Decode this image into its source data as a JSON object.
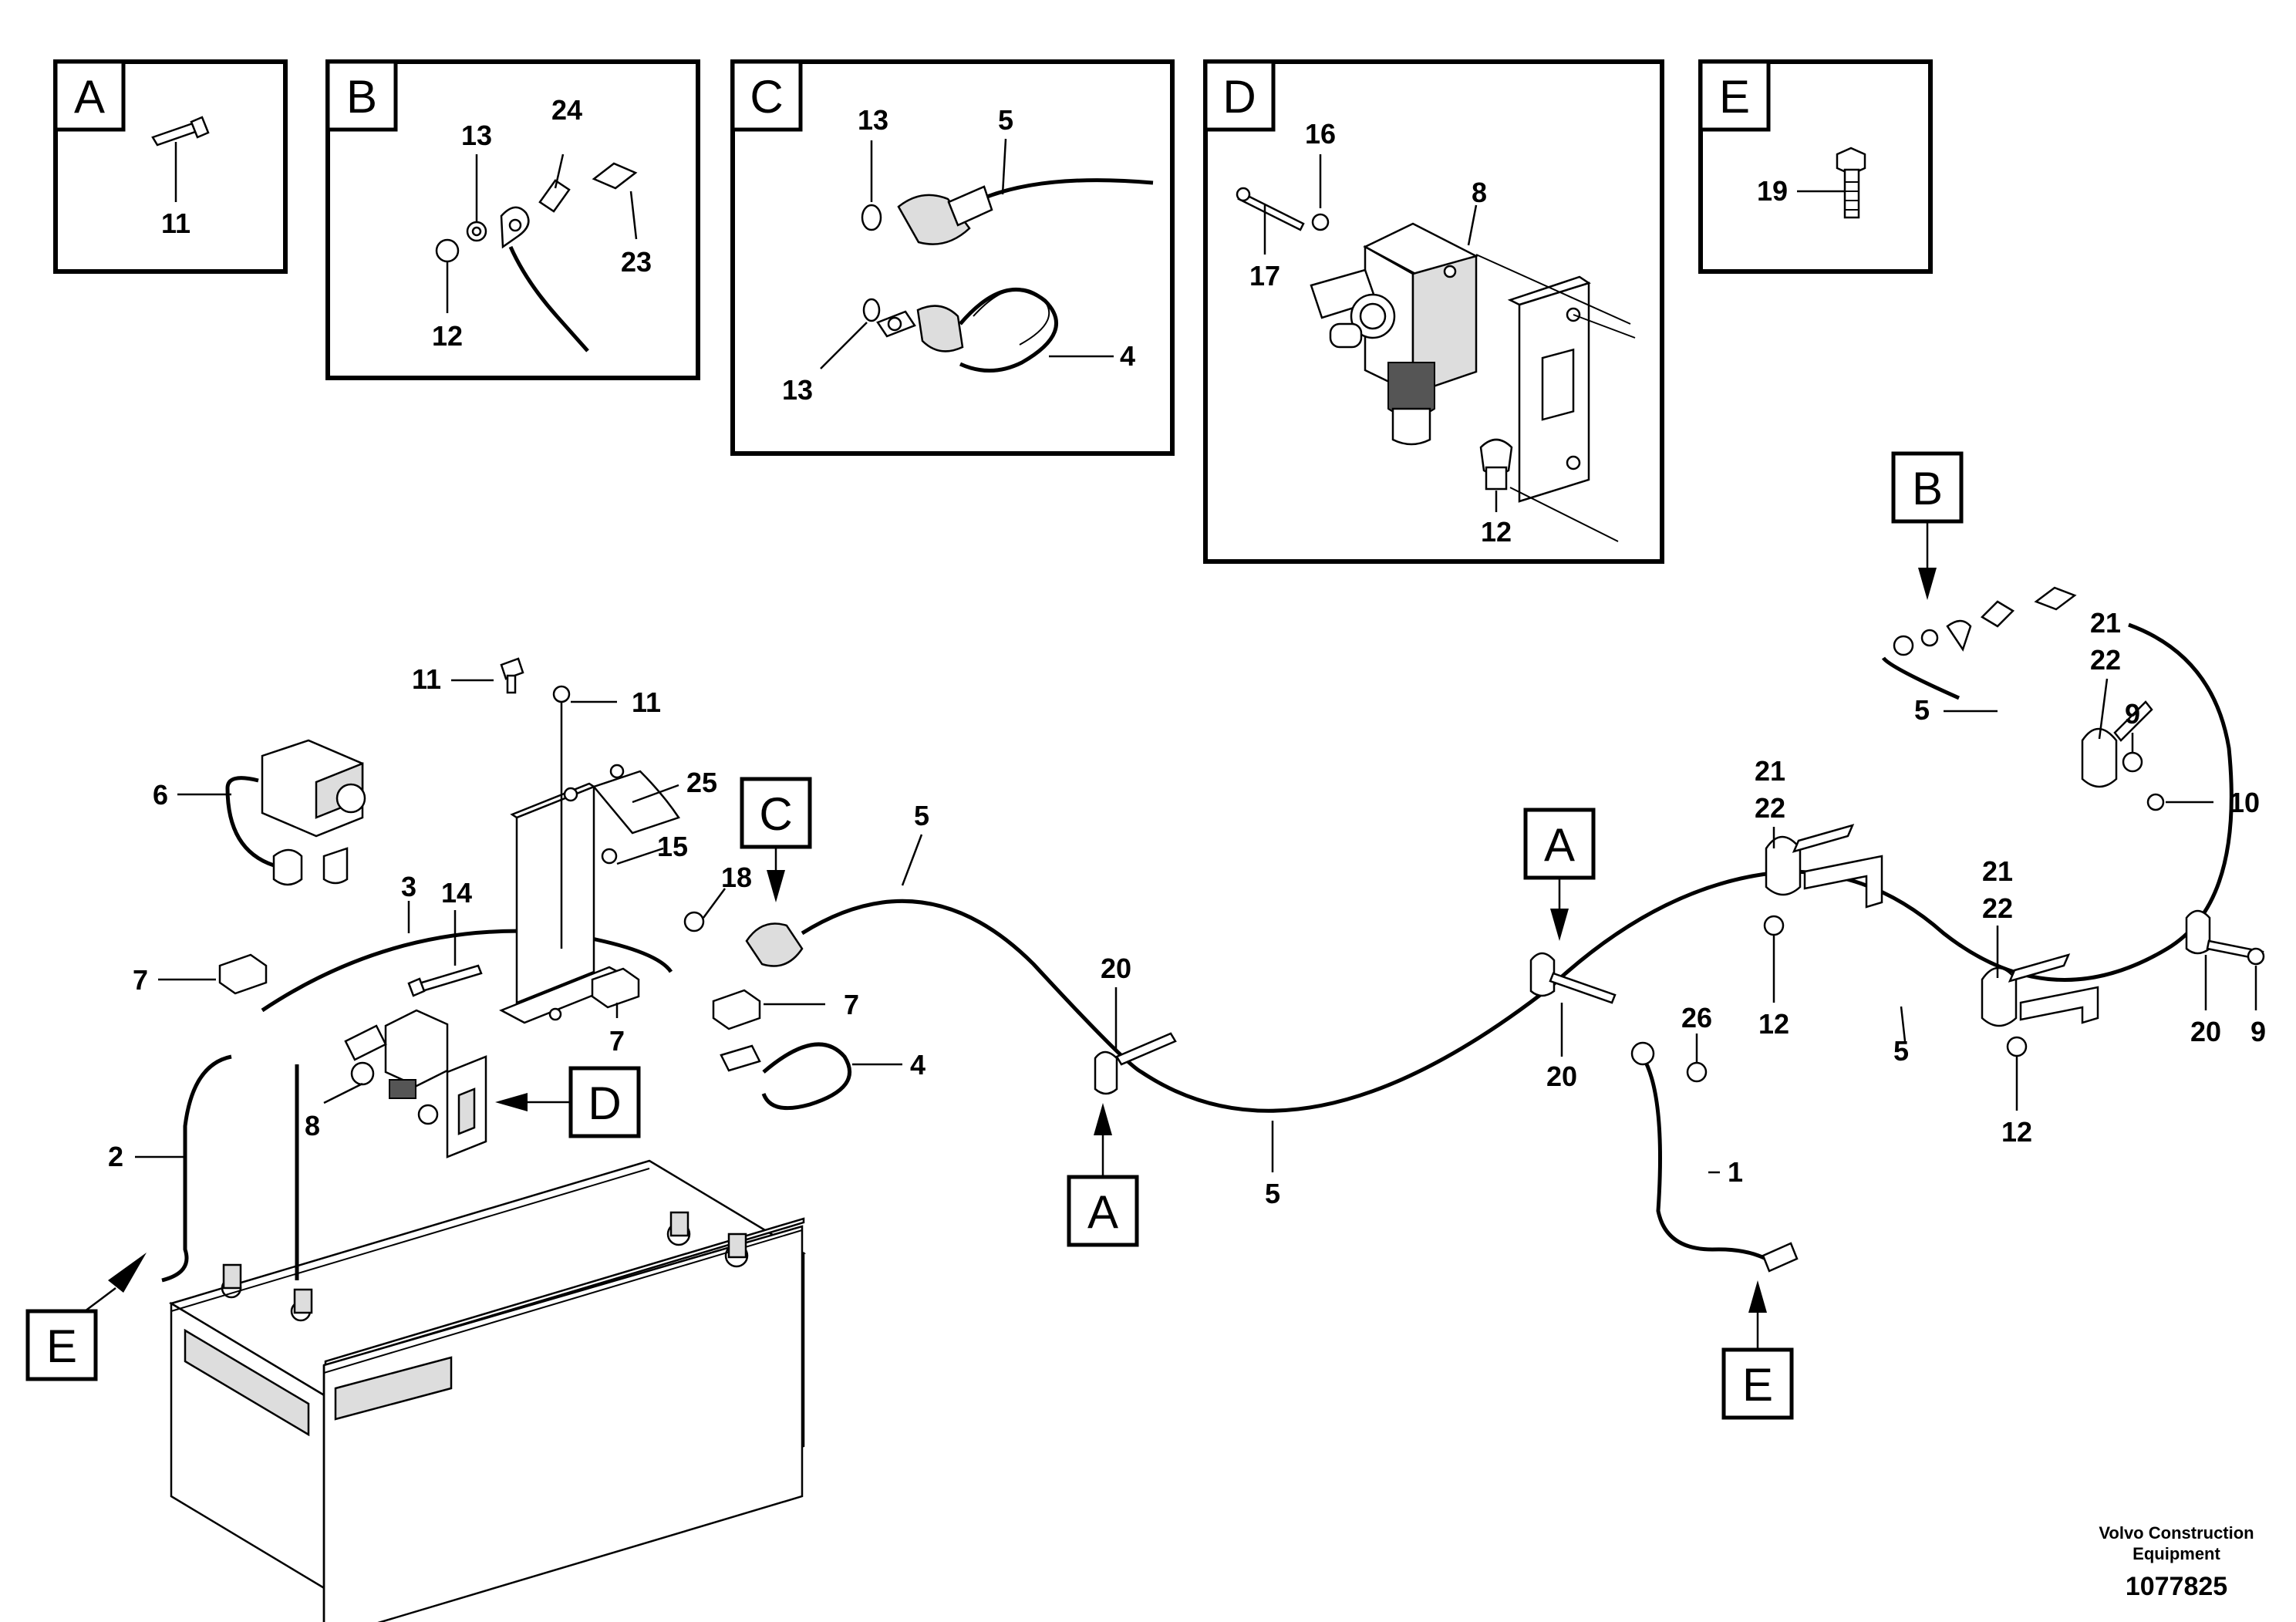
{
  "detail_boxes": [
    {
      "id": "box-a",
      "letter": "A",
      "callouts": [
        "11"
      ]
    },
    {
      "id": "box-b",
      "letter": "B",
      "callouts": [
        "13",
        "24",
        "23",
        "12"
      ]
    },
    {
      "id": "box-c",
      "letter": "C",
      "callouts": [
        "13",
        "5",
        "13",
        "4"
      ]
    },
    {
      "id": "box-d",
      "letter": "D",
      "callouts": [
        "16",
        "8",
        "17",
        "12"
      ]
    },
    {
      "id": "box-e",
      "letter": "E",
      "callouts": [
        "19"
      ]
    }
  ],
  "main_callouts": [
    "11",
    "11",
    "25",
    "6",
    "15",
    "18",
    "3",
    "14",
    "7",
    "7",
    "7",
    "4",
    "8",
    "2",
    "5",
    "5",
    "20",
    "20",
    "20",
    "1",
    "26",
    "12",
    "12",
    "5",
    "21",
    "22",
    "21",
    "22",
    "21",
    "22",
    "5",
    "9",
    "10",
    "9"
  ],
  "location_tags": [
    "C",
    "B",
    "A",
    "A",
    "D",
    "E",
    "E"
  ],
  "credit": {
    "line1": "Volvo Construction",
    "line2": "Equipment"
  },
  "drawing_number": "1077825"
}
